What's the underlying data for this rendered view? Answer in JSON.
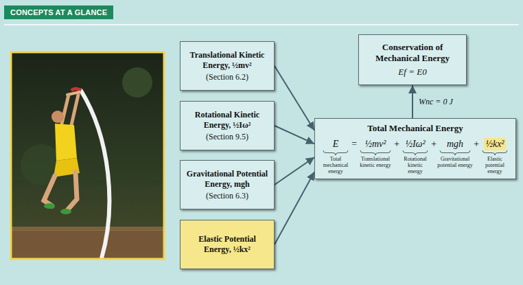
{
  "diagram": {
    "title": "CONCEPTS AT A GLANCE",
    "nodes": [
      {
        "text": [
          "Translational Kinetic Energy, ½mv²",
          "(Section 6.2)"
        ]
      },
      {
        "text": [
          "Rotational Kinetic Energy, ½Iω²",
          "(Section 9.5)"
        ]
      },
      {
        "text": [
          "Gravitational Potential Energy, mgh",
          "(Section 6.3)"
        ]
      },
      {
        "text": [
          "Elastic Potential Energy, ½kx²"
        ]
      },
      {
        "text": [
          "Conservation of Mechanical Energy",
          "Ef = E0"
        ]
      },
      {
        "text": [
          "Total Mechanical Energy",
          "E",
          "=",
          "½mv²",
          "+",
          "½Iω²",
          "+",
          "mgh",
          "+",
          "½kx²",
          "Total mechanical energy",
          "Translational kinetic energy",
          "Rotational kinetic energy",
          "Gravitational potential energy",
          "Elastic potential energy"
        ]
      }
    ],
    "edges": [
      {
        "from": 0,
        "to": 5,
        "arrow": "to"
      },
      {
        "from": 1,
        "to": 5,
        "arrow": "to"
      },
      {
        "from": 2,
        "to": 5,
        "arrow": "to"
      },
      {
        "from": 3,
        "to": 5,
        "arrow": "to"
      },
      {
        "from": 5,
        "to": 4,
        "arrow": "to",
        "label": "Wnc = 0 J"
      }
    ]
  }
}
